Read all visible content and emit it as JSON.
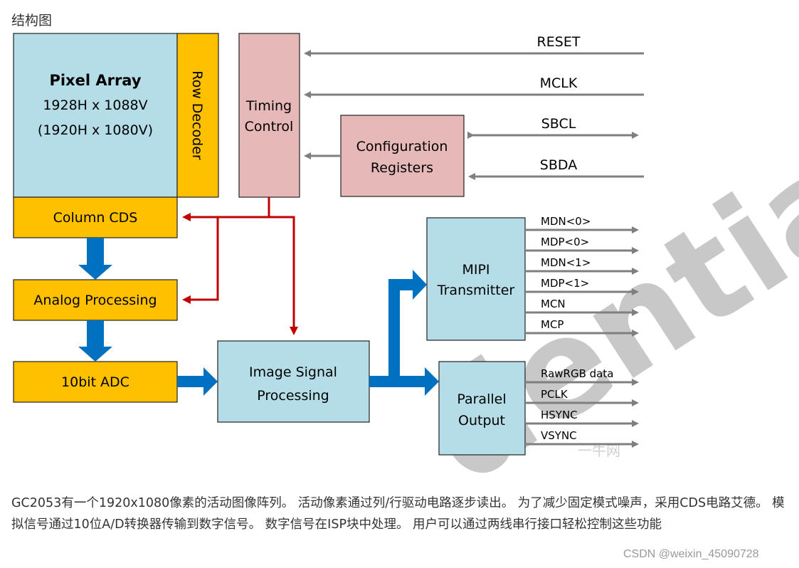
{
  "heading": "结构图",
  "blocks": {
    "pixel_array_title": "Pixel Array",
    "pixel_array_line1": "1928H x 1088V",
    "pixel_array_line2": "(1920H x 1080V)",
    "row_decoder": "Row Decoder",
    "column_cds": "Column CDS",
    "analog_processing": "Analog Processing",
    "adc": "10bit ADC",
    "timing_line1": "Timing",
    "timing_line2": "Control",
    "config_line1": "Configuration",
    "config_line2": "Registers",
    "isp_line1": "Image Signal",
    "isp_line2": "Processing",
    "mipi_line1": "MIPI",
    "mipi_line2": "Transmitter",
    "parallel_line1": "Parallel",
    "parallel_line2": "Output"
  },
  "signals": {
    "reset": "RESET",
    "mclk": "MCLK",
    "sbcl": "SBCL",
    "sbda": "SBDA",
    "mipi_outputs": [
      "MDN<0>",
      "MDP<0>",
      "MDN<1>",
      "MDP<1>",
      "MCN",
      "MCP"
    ],
    "parallel_outputs": [
      "RawRGB data",
      "PCLK",
      "HSYNC",
      "VSYNC"
    ]
  },
  "watermark_diagram": "dentia",
  "watermark_site": "一牛网",
  "description": "GC2053有一个1920x1080像素的活动图像阵列。 活动像素通过列/行驱动电路逐步读出。 为了减少固定模式噪声，采用CDS电路艾德。 模拟信号通过10位A/D转换器传输到数字信号。 数字信号在ISP块中处理。 用户可以通过两线串行接口轻松控制这些功能",
  "csdn_watermark": "CSDN @weixin_45090728",
  "colors": {
    "light_blue": "#B4DDE8",
    "orange": "#FFC000",
    "pink": "#E6B8B7",
    "blue_arrow": "#0070C0",
    "red_arrow": "#C00000",
    "gray_arrow": "#7F7F7F"
  }
}
